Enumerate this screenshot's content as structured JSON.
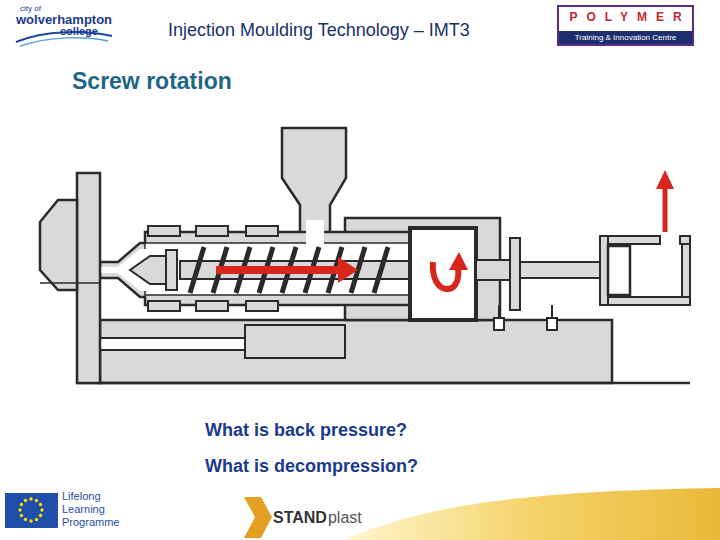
{
  "diagram": {
    "title": "Screw rotation",
    "nodes": [
      {
        "text": [
          "POLYMER",
          "Training & Innovation Centre"
        ]
      }
    ],
    "labels": [
      "Injection Moulding Technology – IMT3",
      "city of",
      "wolverhampton",
      "college",
      "What is back pressure?",
      "What is decompression?",
      "Lifelong Learning Programme",
      "STAND",
      "plast"
    ]
  }
}
